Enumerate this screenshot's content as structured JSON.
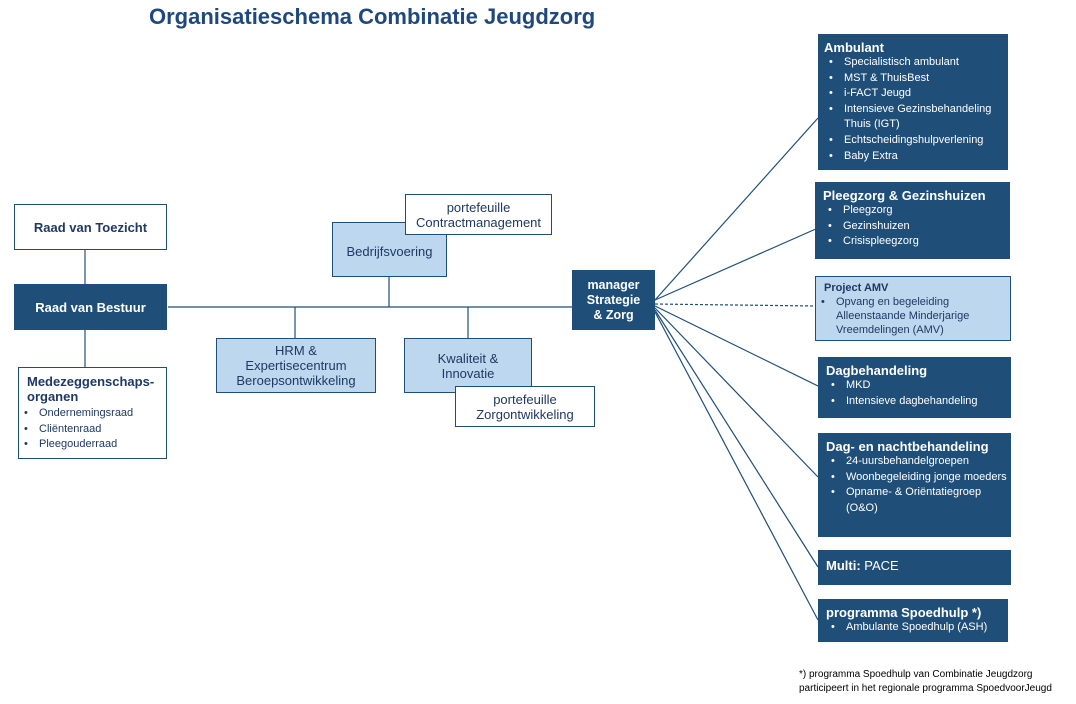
{
  "title": "Organisatieschema Combinatie Jeugdzorg",
  "left": {
    "raad_van_toezicht": "Raad van Toezicht",
    "raad_van_bestuur": "Raad van Bestuur",
    "medezeggenschap": {
      "title": "Medezeggenschaps-organen",
      "items": [
        "Ondernemingsraad",
        "Cliëntenraad",
        "Pleegouderraad"
      ]
    }
  },
  "middle": {
    "bedrijfsvoering": "Bedrijfsvoering",
    "contractmanagement": "portefeuille Contractmanagement",
    "hrm": "HRM & Expertisecentrum Beroepsontwikkeling",
    "kwaliteit": "Kwaliteit & Innovatie",
    "zorgontwikkeling": "portefeuille Zorgontwikkeling",
    "manager": "manager Strategie & Zorg"
  },
  "right": {
    "ambulant": {
      "title": "Ambulant",
      "items": [
        "Specialistisch ambulant",
        "MST & ThuisBest",
        "i-FACT Jeugd",
        "Intensieve Gezinsbehandeling Thuis (IGT)",
        "Echtscheidingshulpverlening",
        "Baby Extra"
      ]
    },
    "pleegzorg": {
      "title": "Pleegzorg & Gezinshuizen",
      "items": [
        "Pleegzorg",
        "Gezinshuizen",
        "Crisispleegzorg"
      ]
    },
    "amv": {
      "title": "Project AMV",
      "items": [
        "Opvang en begeleiding Alleenstaande Minderjarige Vreemdelingen (AMV)"
      ]
    },
    "dagbehandeling": {
      "title": "Dagbehandeling",
      "items": [
        "MKD",
        "Intensieve dagbehandeling"
      ]
    },
    "dagnacht": {
      "title": "Dag- en nachtbehandeling",
      "items": [
        "24-uursbehandelgroepen",
        "Woonbegeleiding jonge moeders",
        "Opname- & Oriëntatiegroep (O&O)"
      ]
    },
    "multi": {
      "label": "Multi:",
      "value": "PACE"
    },
    "spoedhulp": {
      "title": "programma Spoedhulp *)",
      "items": [
        "Ambulante Spoedhulp (ASH)"
      ]
    }
  },
  "footnote": {
    "line1": "*) programma Spoedhulp van Combinatie Jeugdzorg",
    "line2": "participeert in het regionale programma SpoedvoorJeugd"
  },
  "colors": {
    "title": "#1F497D",
    "dark_box": "#1F4E79",
    "light_box": "#BDD7EE",
    "border": "#1F4E79"
  }
}
